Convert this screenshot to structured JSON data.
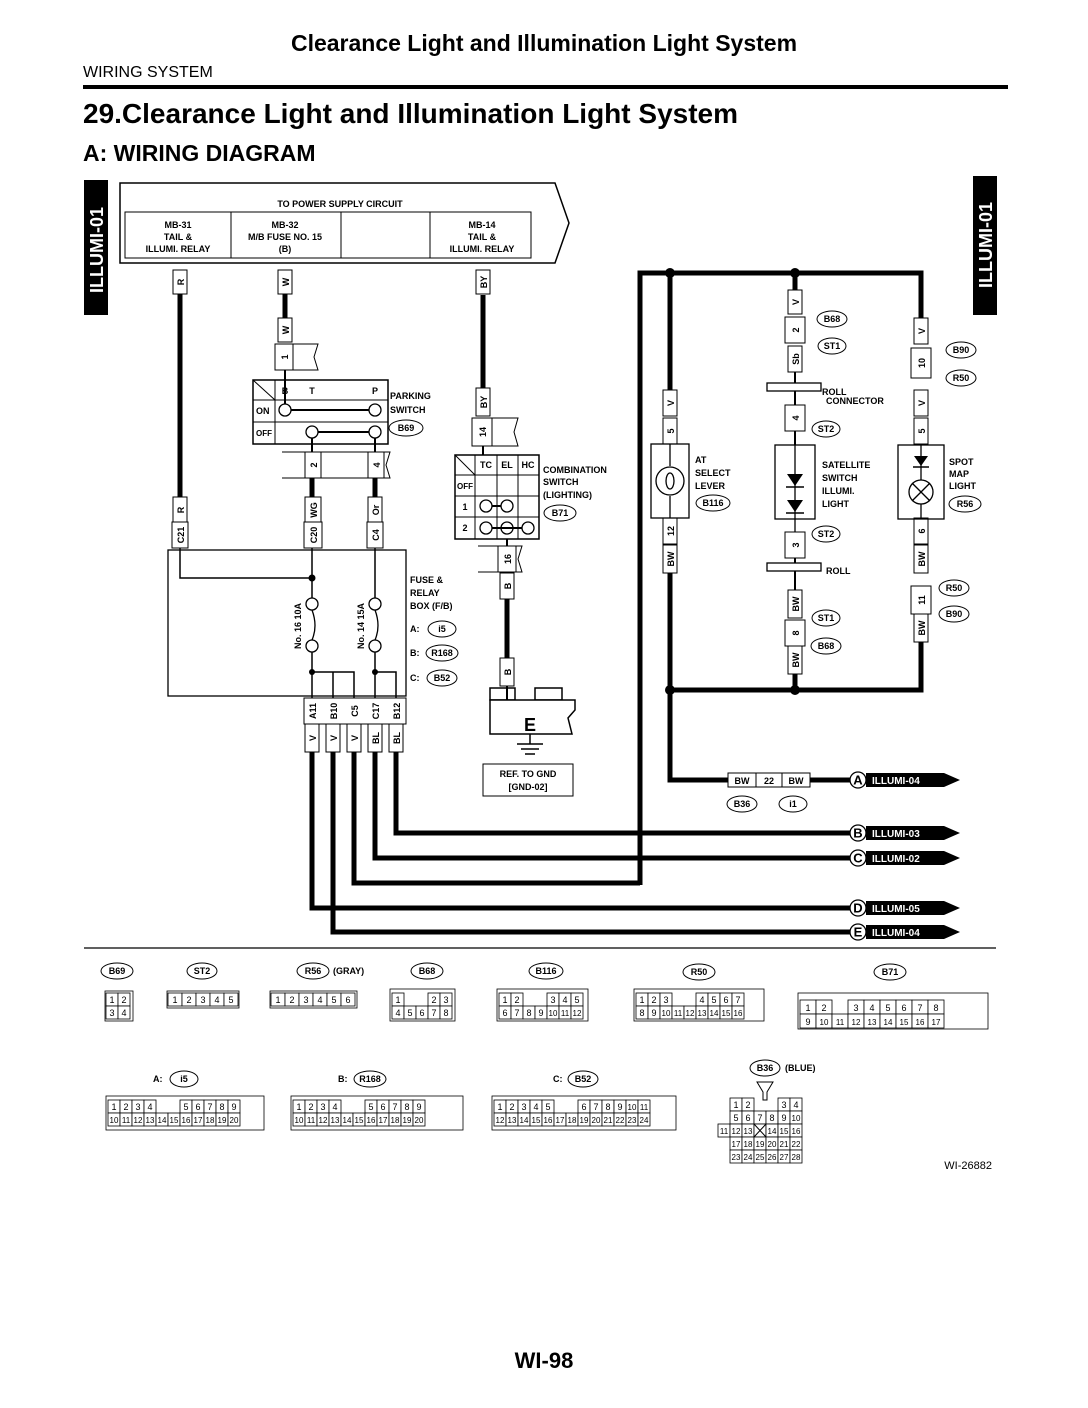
{
  "header": {
    "title": "Clearance Light and Illumination Light System",
    "section": "WIRING SYSTEM"
  },
  "heading": {
    "main": "29.Clearance Light and Illumination Light System",
    "sub": "A:  WIRING DIAGRAM"
  },
  "page_number": "WI-98",
  "figure_id": "WI-26882",
  "tabs": {
    "left": "ILLUMI-01",
    "right": "ILLUMI-01"
  },
  "power_supply": {
    "title": "TO POWER SUPPLY CIRCUIT",
    "mb31": [
      "MB-31",
      "TAIL &",
      "ILLUMI. RELAY"
    ],
    "mb32": [
      "MB-32",
      "M/B FUSE NO. 15",
      "(B)"
    ],
    "mb14": [
      "MB-14",
      "TAIL &",
      "ILLUMI. RELAY"
    ]
  },
  "wires": {
    "R": "R",
    "W": "W",
    "BY": "BY",
    "V": "V",
    "Sb": "Sb",
    "WG": "WG",
    "Or": "Or",
    "BW": "BW",
    "B": "B",
    "BL": "BL"
  },
  "pins": {
    "p1": "1",
    "p2": "2",
    "p3": "3",
    "p4": "4",
    "p5": "5",
    "p6": "6",
    "p8": "8",
    "p10": "10",
    "p11": "11",
    "p12": "12",
    "p14": "14",
    "p16": "16",
    "p22": "22",
    "c21": "C21",
    "c20": "C20",
    "c4": "C4",
    "a11": "A11",
    "b10": "B10",
    "c5": "C5",
    "c17": "C17",
    "b12": "B12"
  },
  "parking_switch": {
    "label": [
      "PARKING",
      "SWITCH"
    ],
    "conn": "B69",
    "b": "B",
    "t": "T",
    "p": "P",
    "on": "ON",
    "off": "OFF"
  },
  "combination_switch": {
    "label": [
      "COMBINATION",
      "SWITCH",
      "(LIGHTING)"
    ],
    "conn": "B71",
    "tc": "TC",
    "el": "EL",
    "hc": "HC",
    "off": "OFF",
    "r1": "1",
    "r2": "2"
  },
  "fuse_box": {
    "label": [
      "FUSE &",
      "RELAY",
      "BOX (F/B)"
    ],
    "a": "A:",
    "b": "B:",
    "c": "C:",
    "ca": "i5",
    "cb": "R168",
    "cc": "B52",
    "fuse16": "No. 16 10A",
    "fuse14": "No. 14 15A"
  },
  "ground": {
    "symbol": "E",
    "ref": [
      "REF. TO GND",
      "[GND-02]"
    ]
  },
  "at_lever": {
    "label": [
      "AT",
      "SELECT",
      "LEVER"
    ],
    "conn": "B116"
  },
  "satellite": {
    "label": [
      "SATELLITE",
      "SWITCH",
      "ILLUMI.",
      "LIGHT"
    ],
    "conn_top": "ST2",
    "conn_bottom": "ST2"
  },
  "spot_map": {
    "label": [
      "SPOT",
      "MAP",
      "LIGHT"
    ],
    "conn": "R56"
  },
  "roll_connector": [
    "ROLL",
    "CONNECTOR"
  ],
  "conns": {
    "b68": "B68",
    "st1": "ST1",
    "st2": "ST2",
    "b90": "B90",
    "r50": "R50",
    "b36": "B36",
    "i1": "i1"
  },
  "refs": [
    {
      "letter": "A",
      "label": "ILLUMI-04"
    },
    {
      "letter": "B",
      "label": "ILLUMI-03"
    },
    {
      "letter": "C",
      "label": "ILLUMI-02"
    },
    {
      "letter": "D",
      "label": "ILLUMI-05"
    },
    {
      "letter": "E",
      "label": "ILLUMI-04"
    }
  ],
  "connector_views": {
    "b69": "B69",
    "st2": "ST2",
    "r56": "R56",
    "r56_note": "(GRAY)",
    "b68": "B68",
    "b116": "B116",
    "r50": "R50",
    "b71": "B71",
    "i5_prefix": "A:",
    "i5": "i5",
    "r168_prefix": "B:",
    "r168": "R168",
    "b52_prefix": "C:",
    "b52": "B52",
    "b36": "B36",
    "b36_note": "(BLUE)"
  }
}
